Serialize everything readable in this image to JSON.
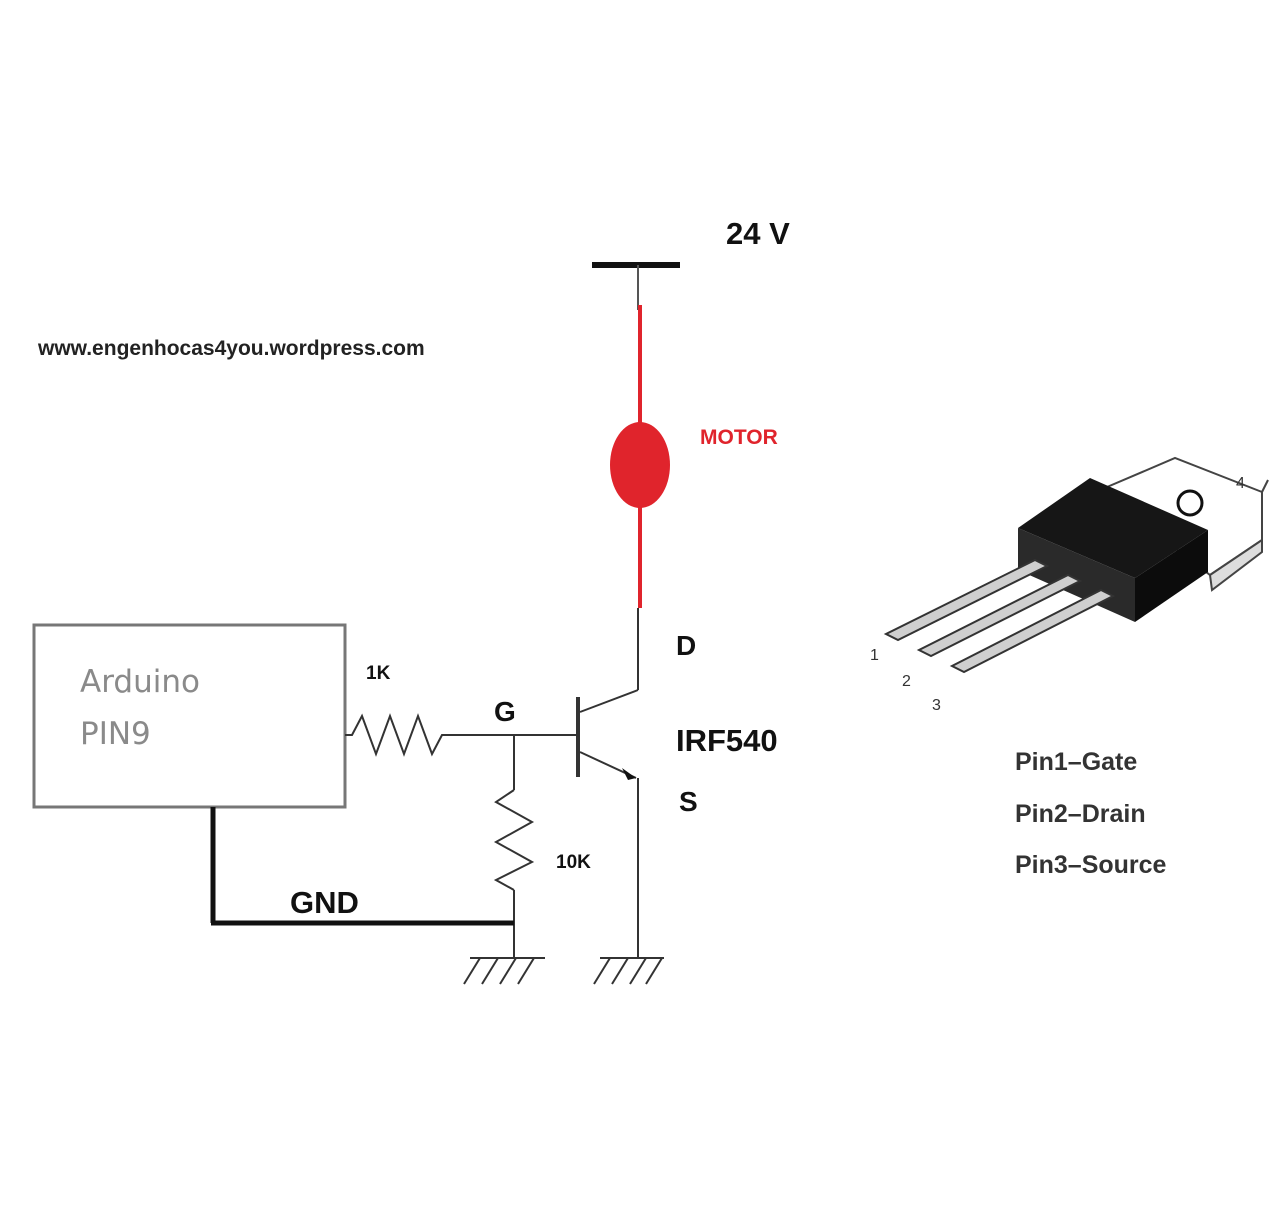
{
  "supply_label": "24 V",
  "website": "www.engenhocas4you.wordpress.com",
  "motor_label": "MOTOR",
  "arduino": {
    "line1": "Arduino",
    "line2": "PIN9"
  },
  "resistor_gate_label": "1K",
  "resistor_pulldown_label": "10K",
  "gnd_label": "GND",
  "transistor": {
    "part": "IRF540",
    "gate": "G",
    "drain": "D",
    "source": "S"
  },
  "package": {
    "pin_numbers": [
      "1",
      "2",
      "3",
      "4"
    ],
    "pin_list": [
      "Pin1–Gate",
      "Pin2–Drain",
      "Pin3–Source"
    ]
  },
  "colors": {
    "motor": "#e0242c",
    "wire": "#222222",
    "arduino_text": "#8a8a8a"
  }
}
